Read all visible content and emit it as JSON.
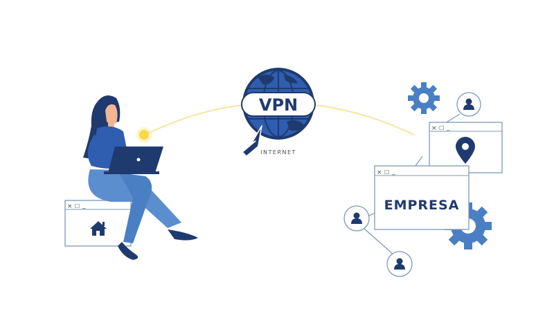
{
  "globe": {
    "label": "VPN",
    "caption": "INTERNET"
  },
  "company": {
    "label": "EMPRESA"
  },
  "window_controls": {
    "close": "×",
    "maximize": "☐",
    "minimize": "_"
  },
  "colors": {
    "navy": "#1f3a6e",
    "blue": "#2f5db0",
    "mid_blue": "#4a7fc4",
    "light_blue": "#5b8ecf",
    "outline": "#7d97b8",
    "connection": "#f4e6a2",
    "glow": "#f6d84b"
  },
  "icons": {
    "home": "home-icon",
    "location": "location-pin-icon",
    "user": "user-icon",
    "gear": "gear-icon",
    "cursor": "cursor-arrow-icon"
  }
}
